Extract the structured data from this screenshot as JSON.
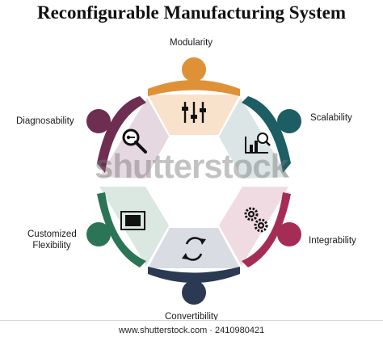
{
  "title": "Reconfigurable Manufacturing System",
  "labels": {
    "modularity": "Modularity",
    "scalability": "Scalability",
    "integrability": "Integrability",
    "convertibility": "Convertibility",
    "customized_line1": "Customized",
    "customized_line2": "Flexibility",
    "diagnosability": "Diagnosability"
  },
  "segments": [
    {
      "key": "modularity",
      "color": "#de9137",
      "fill": "#f9e2cc",
      "icon": "sliders-icon"
    },
    {
      "key": "scalability",
      "color": "#1c5e64",
      "fill": "#dce5e6",
      "icon": "bar-chart-magnifier-icon"
    },
    {
      "key": "integrability",
      "color": "#a52d55",
      "fill": "#f1dbe2",
      "icon": "gears-icon"
    },
    {
      "key": "convertibility",
      "color": "#2b3a52",
      "fill": "#d9dde3",
      "icon": "sync-arrows-icon"
    },
    {
      "key": "customized_flexibility",
      "color": "#2b7556",
      "fill": "#dbe7e1",
      "icon": "frame-icon"
    },
    {
      "key": "diagnosability",
      "color": "#6e2e52",
      "fill": "#e5d8e0",
      "icon": "magnifier-key-icon"
    }
  ],
  "watermark": "shutterstock",
  "footer": "www.shutterstock.com · 2410980421"
}
